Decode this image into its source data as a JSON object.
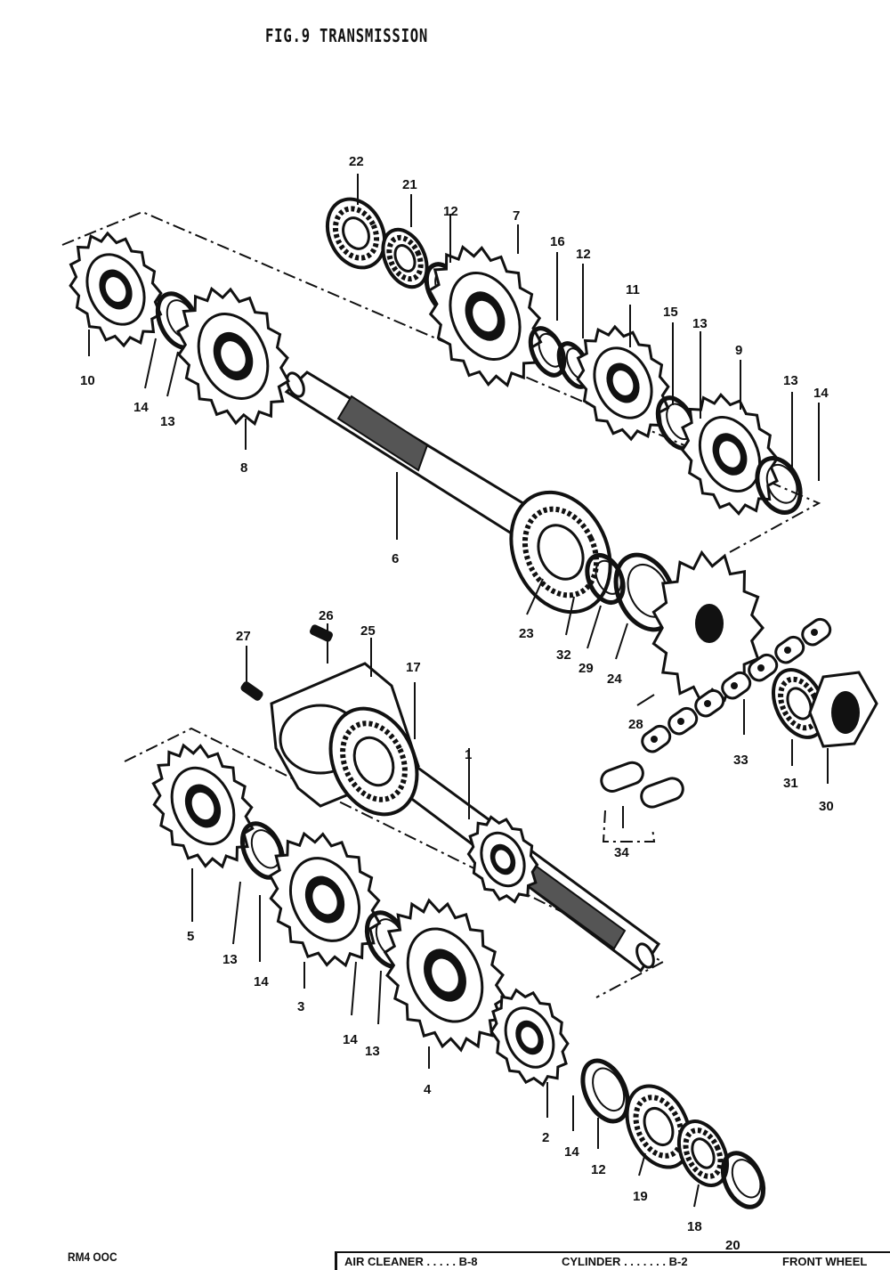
{
  "title": "FIG.9 TRANSMISSION",
  "callouts": [
    "22",
    "21",
    "12",
    "7",
    "16",
    "12",
    "11",
    "15",
    "13",
    "9",
    "13",
    "14",
    "10",
    "14",
    "13",
    "8",
    "6",
    "23",
    "32",
    "29",
    "24",
    "26",
    "25",
    "27",
    "17",
    "1",
    "28",
    "33",
    "31",
    "30",
    "34",
    "5",
    "13",
    "14",
    "3",
    "14",
    "13",
    "4",
    "2",
    "14",
    "12",
    "19",
    "18"
  ],
  "footer": {
    "code": "RM4 OOC",
    "page_number": "20",
    "index": [
      {
        "label": "AIR CLEANER",
        "leader": " . . . . . ",
        "ref": "B-8"
      },
      {
        "label": "CYLINDER",
        "leader": " . . . . . . . ",
        "ref": "B-2"
      },
      {
        "label": "FRONT WHEEL",
        "leader": "",
        "ref": ""
      }
    ]
  },
  "colors": {
    "ink": "#111111",
    "paper": "#ffffff"
  }
}
